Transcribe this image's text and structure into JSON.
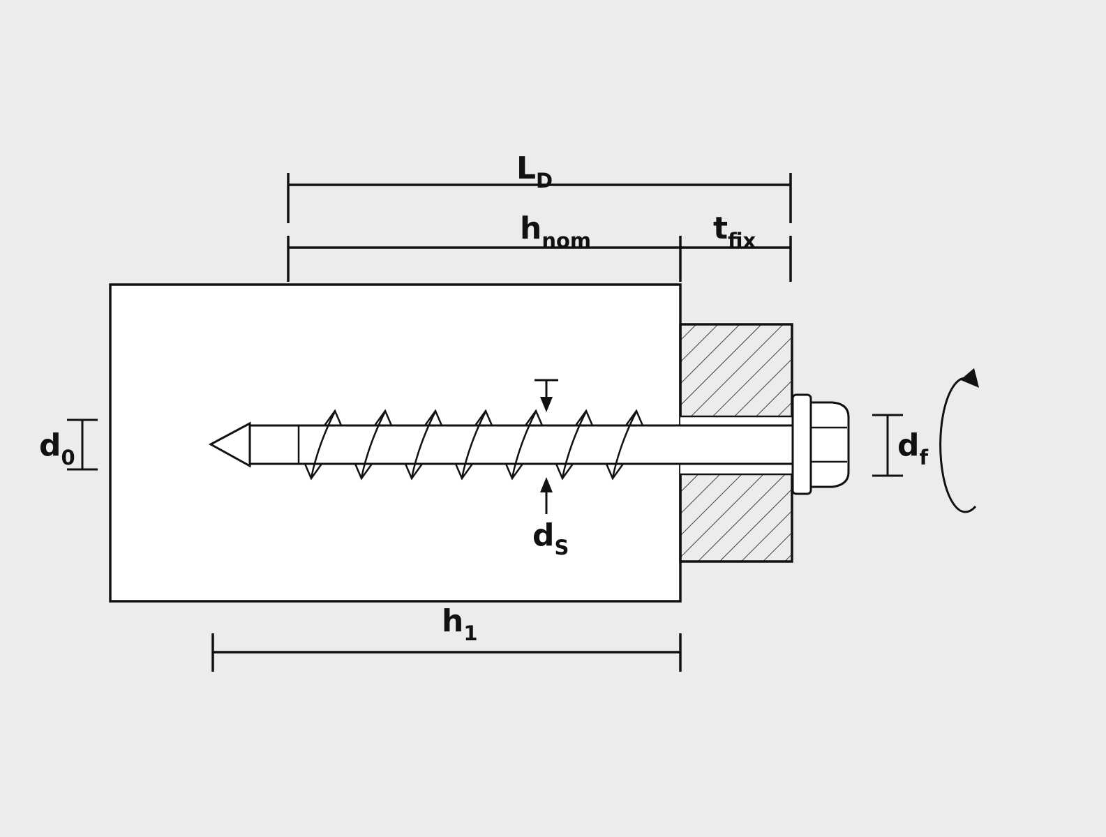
{
  "labels": {
    "ld": {
      "base": "L",
      "sub": "D"
    },
    "hnom": {
      "base": "h",
      "sub": "nom"
    },
    "tfix": {
      "base": "t",
      "sub": "fix"
    },
    "d0": {
      "base": "d",
      "sub": "0"
    },
    "ds": {
      "base": "d",
      "sub": "S"
    },
    "df": {
      "base": "d",
      "sub": "f"
    },
    "h1": {
      "base": "h",
      "sub": "1"
    }
  },
  "colors": {
    "background": "#ececec",
    "line": "#111111",
    "fill": "#ffffff"
  }
}
